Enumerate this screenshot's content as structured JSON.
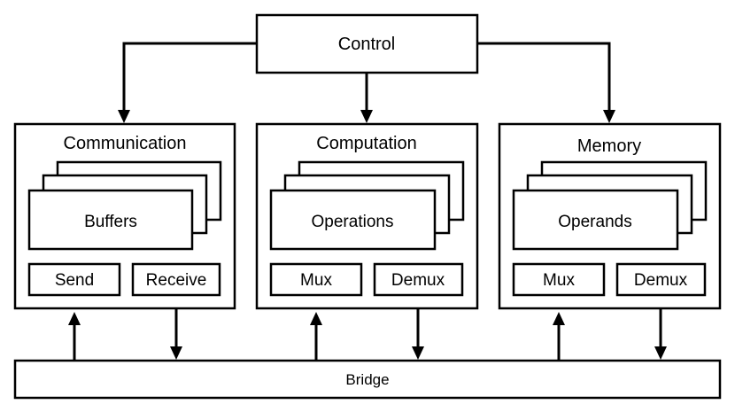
{
  "control": {
    "label": "Control"
  },
  "units": [
    {
      "title": "Communication",
      "buffer": "Buffers",
      "left_port": "Send",
      "right_port": "Receive"
    },
    {
      "title": "Computation",
      "buffer": "Operations",
      "left_port": "Mux",
      "right_port": "Demux"
    },
    {
      "title": "Memory",
      "buffer": "Operands",
      "left_port": "Mux",
      "right_port": "Demux"
    }
  ],
  "bridge": {
    "label": "Bridge"
  },
  "colors": {
    "stroke": "#000000",
    "fill": "#ffffff"
  }
}
